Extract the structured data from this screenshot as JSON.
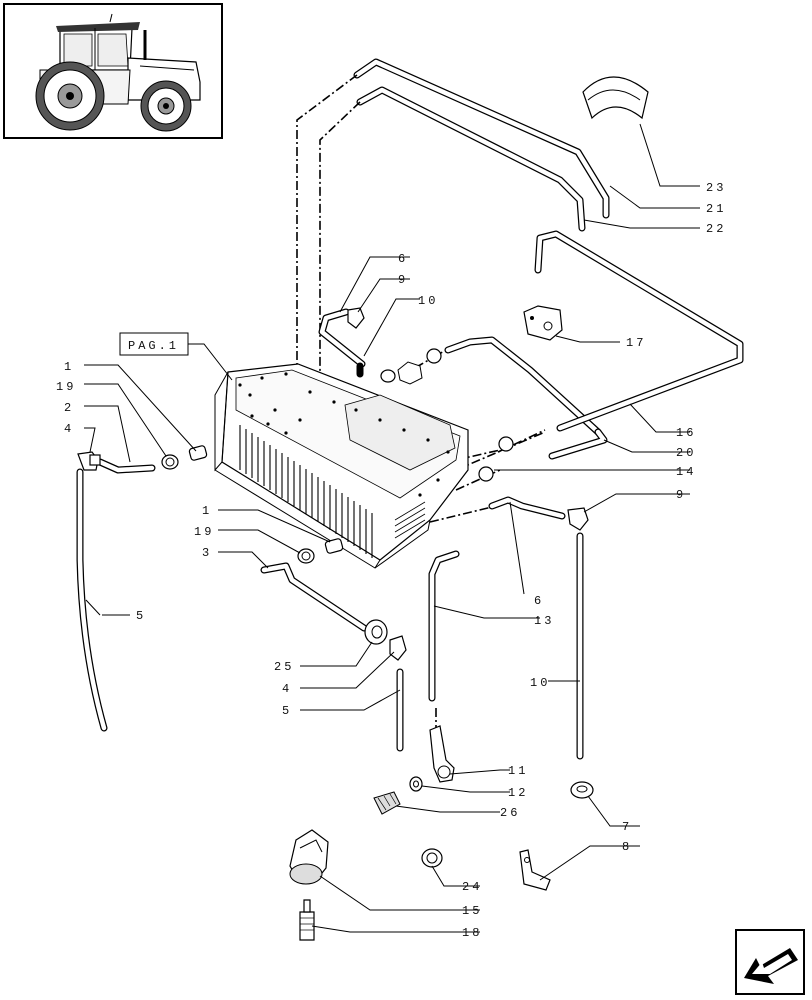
{
  "page_ref": "PAG.1",
  "part_labels": [
    "1",
    "19",
    "2",
    "4",
    "5",
    "6",
    "9",
    "10",
    "3",
    "25",
    "13",
    "11",
    "12",
    "26",
    "23",
    "21",
    "22",
    "17",
    "16",
    "20",
    "14",
    "7",
    "8",
    "24",
    "15",
    "18"
  ],
  "icons": {
    "thumbnail": "tractor-thumbnail-icon",
    "navigation": "arrow-back-icon"
  }
}
